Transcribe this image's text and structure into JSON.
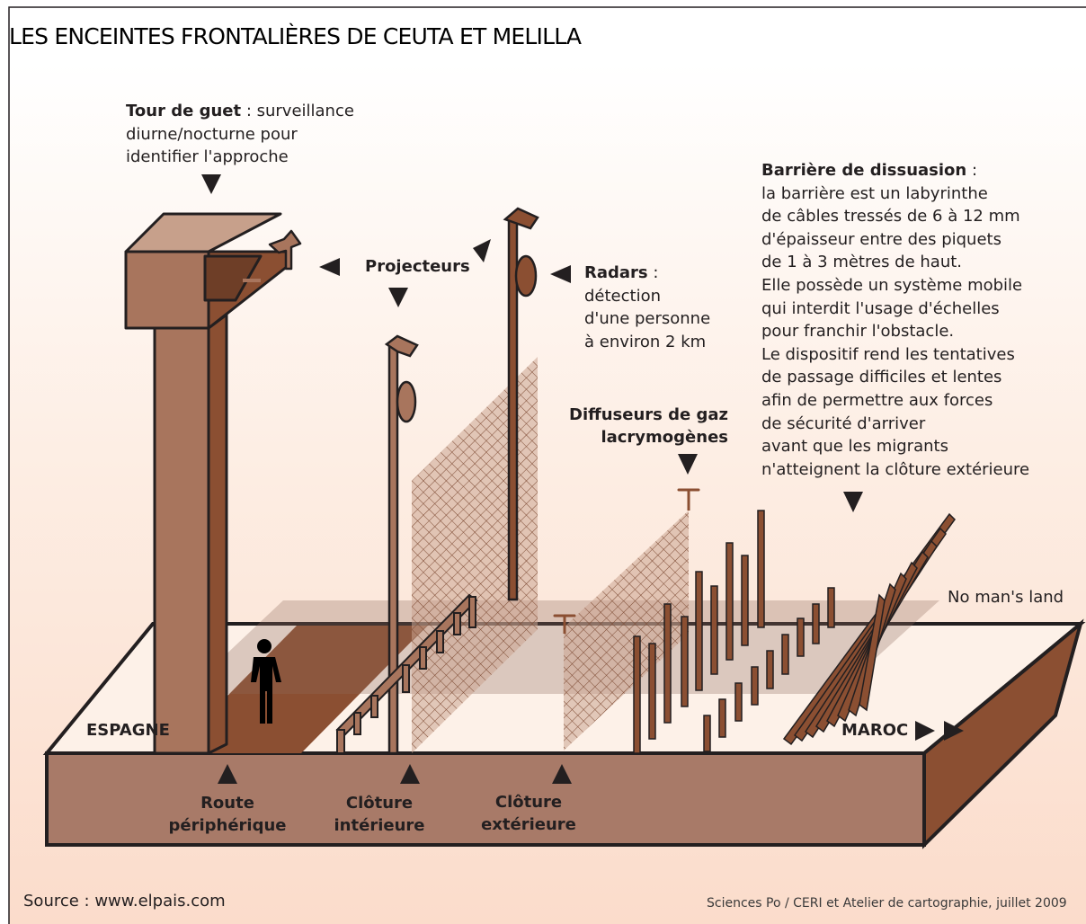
{
  "title": "LES ENCEINTES FRONTALIÈRES DE CEUTA ET MELILLA",
  "annotations": {
    "tour_title": "Tour de guet",
    "tour_text_1": " : surveillance",
    "tour_text_2": "diurne/nocturne pour",
    "tour_text_3": "identifier l'approche",
    "projecteurs": "Projecteurs",
    "radars_title": "Radars",
    "radars_sep": " :",
    "radars_text_1": "détection",
    "radars_text_2": "d'une personne",
    "radars_text_3": "à environ 2 km",
    "gaz_1": "Diffuseurs de gaz",
    "gaz_2": "lacrymogènes",
    "barriere_title": "Barrière de dissuasion",
    "barriere_sep": " :",
    "barriere_lines": [
      "la barrière est un labyrinthe",
      "de câbles tressés de 6 à 12 mm",
      "d'épaisseur entre des piquets",
      "de 1 à 3 mètres de haut.",
      "Elle possède un système mobile",
      "qui interdit l'usage d'échelles",
      "pour franchir l'obstacle.",
      "Le dispositif rend les  tentatives",
      "de passage difficiles et lentes",
      "afin de permettre aux forces",
      "de sécurité d'arriver",
      "avant que les migrants",
      "n'atteignent la clôture extérieure"
    ],
    "no_mans_land": "No man's land",
    "espagne": "ESPAGNE",
    "maroc": "MAROC",
    "route_1": "Route",
    "route_2": "périphérique",
    "cloture_int_1": "Clôture",
    "cloture_int_2": "intérieure",
    "cloture_ext_1": "Clôture",
    "cloture_ext_2": "extérieure"
  },
  "footer": {
    "source": "Source : www.elpais.com",
    "credit": "Sciences Po / CERI et Atelier de cartographie, juillet 2009"
  },
  "colors": {
    "wood": "#8b4f32",
    "wood_light": "#a8755d",
    "ground_front": "#a87a68",
    "ground_top": "#fdeee4",
    "road": "#8b4f32",
    "text": "#231f20"
  }
}
